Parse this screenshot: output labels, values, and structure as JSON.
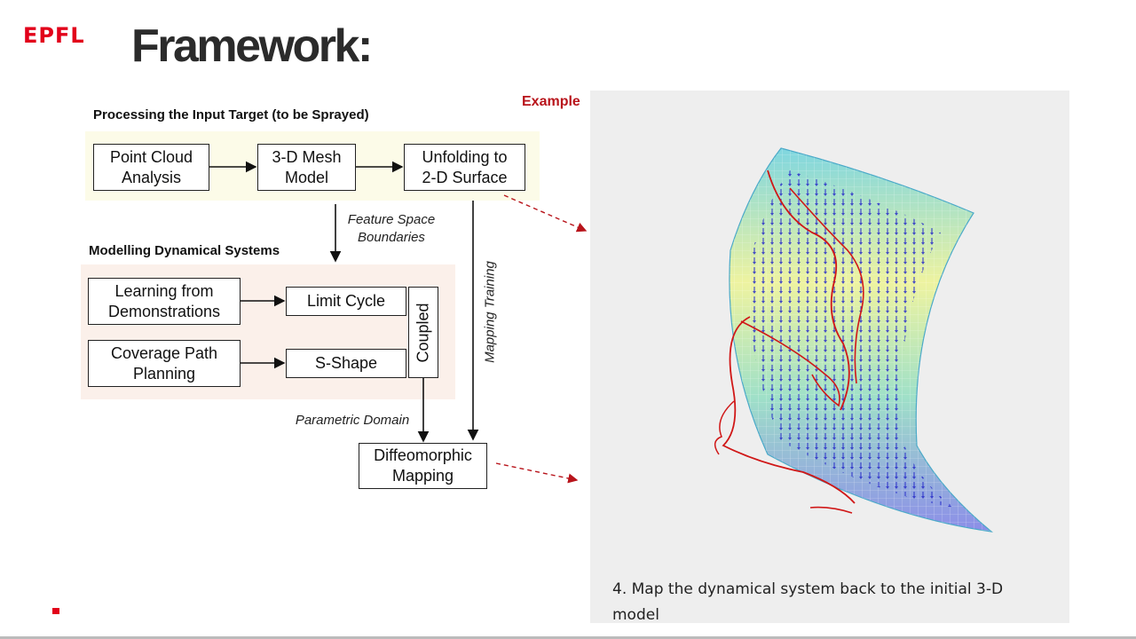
{
  "logo": "EPFL",
  "title": "Framework:",
  "section_input": "Processing the Input Target (to be Sprayed)",
  "section_dynamics": "Modelling Dynamical Systems",
  "boxes": {
    "point_cloud": "Point Cloud Analysis",
    "mesh_model": "3-D Mesh Model",
    "unfolding": "Unfolding to 2-D Surface",
    "learning": "Learning from Demonstrations",
    "coverage": "Coverage Path Planning",
    "limit_cycle": "Limit Cycle",
    "s_shape": "S-Shape",
    "coupled": "Coupled",
    "diffeo": "Diffeomorphic Mapping"
  },
  "edge_labels": {
    "feature_space": "Feature Space Boundaries",
    "mapping_training": "Mapping Training",
    "parametric_domain": "Parametric Domain"
  },
  "example_label": "Example",
  "caption": "4. Map the dynamical system back to the initial 3-D model",
  "colors": {
    "brand": "#e2001a",
    "example": "#b8141b",
    "arrow_dashed": "#b8141b"
  }
}
